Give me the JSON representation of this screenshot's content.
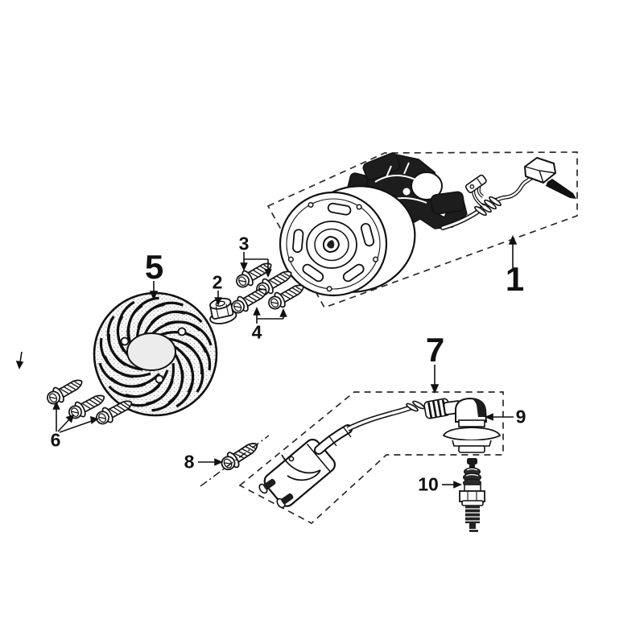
{
  "diagram": {
    "background_color": "#ffffff",
    "line_color": "#111111",
    "dark_fill_color": "#1d1d1d",
    "halftone_dot_color": "#bdbdbd",
    "callouts": {
      "c1": "1",
      "c2": "2",
      "c3": "3",
      "c4": "4",
      "c5": "5",
      "c6": "6",
      "c7": "7",
      "c8": "8",
      "c9": "9",
      "c10": "10"
    }
  }
}
